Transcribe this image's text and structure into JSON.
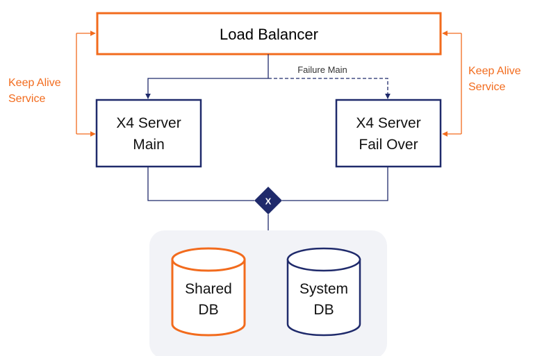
{
  "diagram": {
    "load_balancer": {
      "label": "Load Balancer"
    },
    "server_main": {
      "line1": "X4 Server",
      "line2": "Main"
    },
    "server_failover": {
      "line1": "X4 Server",
      "line2": "Fail Over"
    },
    "failure_label": "Failure Main",
    "keep_alive_left": {
      "line1": "Keep Alive",
      "line2": "Service"
    },
    "keep_alive_right": {
      "line1": "Keep Alive",
      "line2": "Service"
    },
    "junction_symbol": "X",
    "shared_db": {
      "line1": "Shared",
      "line2": "DB"
    },
    "system_db": {
      "line1": "System",
      "line2": "DB"
    }
  },
  "colors": {
    "orange": "#F26B1D",
    "navy": "#1F2A6B",
    "panel": "#F2F3F7"
  }
}
